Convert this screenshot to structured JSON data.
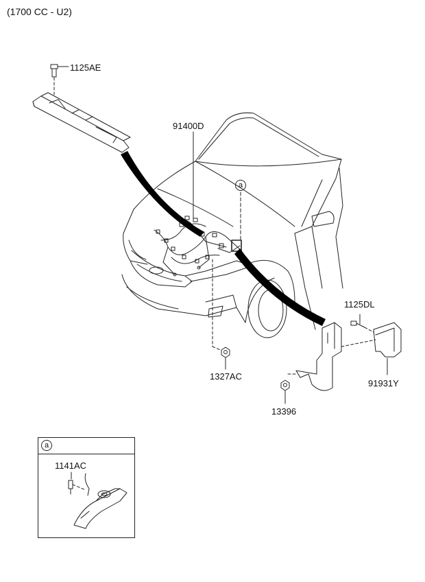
{
  "header": {
    "variant": "(1700 CC - U2)"
  },
  "callouts": {
    "p1125ae": "1125AE",
    "p91400d": "91400D",
    "p1125dl": "1125DL",
    "p1327ac": "1327AC",
    "p91931y": "91931Y",
    "p13396": "13396",
    "p1141ac": "1141AC"
  },
  "markers": {
    "detail": "a"
  },
  "inset": {
    "tag": "a"
  }
}
